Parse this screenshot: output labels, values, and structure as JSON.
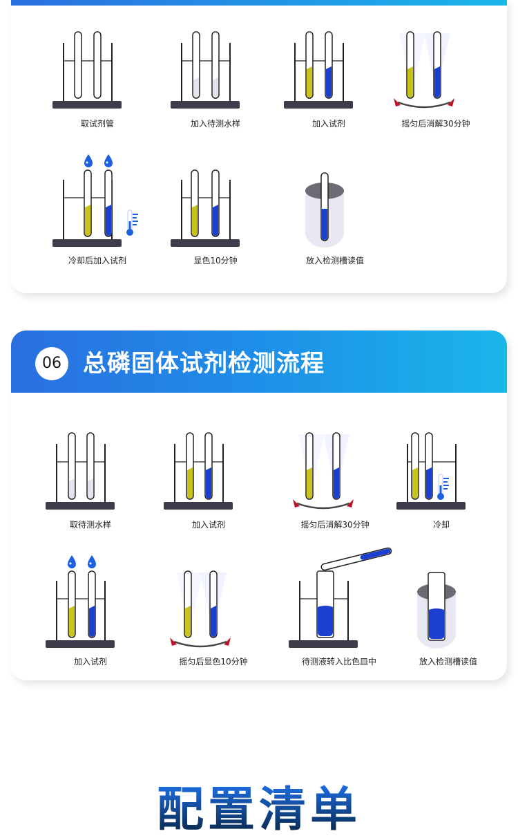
{
  "section1": {
    "steps": [
      "取试剂管",
      "加入待测水样",
      "加入试剂",
      "摇匀后消解30分钟",
      "冷却后加入试剂",
      "显色10分钟",
      "放入检测槽读值"
    ]
  },
  "section2": {
    "number": "06",
    "title": "总磷固体试剂检测流程",
    "steps": [
      "取待测水样",
      "加入试剂",
      "摇匀后消解30分钟",
      "冷却",
      "加入试剂",
      "摇匀后显色10分钟",
      "待测液转入比色皿中",
      "放入检测槽读值"
    ]
  },
  "footer": {
    "title": "配置清单"
  },
  "colors": {
    "accent_start": "#2a6fe0",
    "accent_end": "#1ab6ea",
    "yellow_liquid": "#c8c31a",
    "blue_liquid": "#1b3fcf"
  }
}
